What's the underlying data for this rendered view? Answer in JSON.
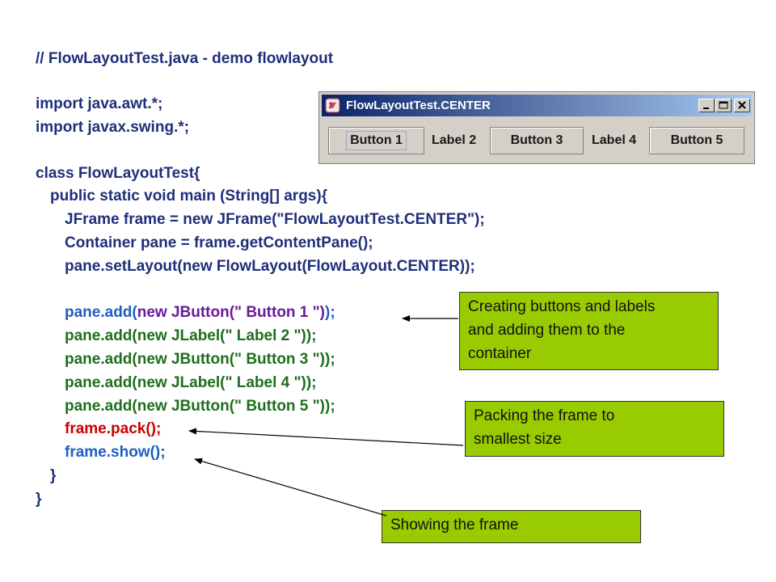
{
  "code": {
    "l1": "// FlowLayoutTest.java - demo flowlayout",
    "l3": "import java.awt.*;",
    "l4": "import javax.swing.*;",
    "l6": "class FlowLayoutTest{",
    "l7": "public static void main (String[] args){",
    "l8": "JFrame frame = new JFrame(\"FlowLayoutTest.CENTER\");",
    "l9": "Container pane = frame.getContentPane();",
    "l10": "pane.setLayout(new FlowLayout(FlowLayout.CENTER));",
    "l12": {
      "p1": "pane.add(",
      "p2": "new JButton(\" Button 1 \")",
      "p3": ");"
    },
    "l13": "pane.add(new JLabel(\" Label 2 \"));",
    "l14": "pane.add(new JButton(\" Button 3 \"));",
    "l15": "pane.add(new JLabel(\" Label 4 \"));",
    "l16": "pane.add(new JButton(\" Button 5 \"));",
    "l17": "frame.pack();",
    "l18": "frame.show();",
    "l19": "}",
    "l20": "}"
  },
  "window": {
    "title": "FlowLayoutTest.CENTER",
    "button1": "Button 1",
    "label2": "Label 2",
    "button3": "Button 3",
    "label4": "Label 4",
    "button5": "Button 5"
  },
  "callouts": {
    "c1": [
      "Creating buttons and labels",
      "and adding them to the",
      "container"
    ],
    "c2": [
      "Packing the frame to",
      "smallest size"
    ],
    "c3": "Showing the frame"
  },
  "colors": {
    "callout_bg": "#99cc00",
    "code_default": "#333333",
    "code_navy": "#1f2f7a",
    "code_purple": "#6a1a9a",
    "code_blue": "#1f5fbf",
    "code_green": "#1e6e1e",
    "code_red": "#cc0000"
  }
}
